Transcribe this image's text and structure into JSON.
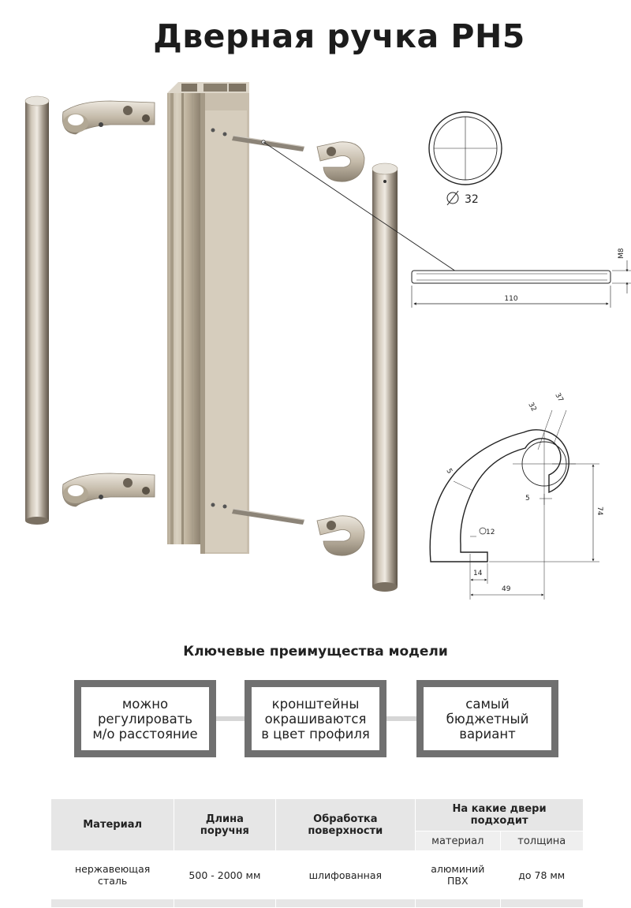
{
  "title": "Дверная ручка PH5",
  "drawing": {
    "diameter_label": "32",
    "pin_thread": "M8",
    "pin_length": "110",
    "bracket_dims": {
      "d_inner": "32",
      "d_outer": "37",
      "wall": "5",
      "slot": "5",
      "hole": "12",
      "offset": "14",
      "depth": "49",
      "height": "74"
    }
  },
  "features": {
    "heading": "Ключевые преимущества модели",
    "items": [
      "можно\nрегулировать\nм/о расстояние",
      "кронштейны\nокрашиваются\nв цвет профиля",
      "самый\nбюджетный\nвариант"
    ]
  },
  "spec_table": {
    "headers": {
      "material": "Материал",
      "length": "Длина поручня",
      "finish": "Обработка поверхности",
      "doors": "На какие двери подходит",
      "door_material": "материал",
      "door_thickness": "толщина"
    },
    "row": {
      "material": "нержавеющая сталь",
      "length": "500 - 2000 мм",
      "finish": "шлифованная",
      "door_material": "алюминий ПВХ",
      "door_thickness": "до 78 мм"
    }
  }
}
